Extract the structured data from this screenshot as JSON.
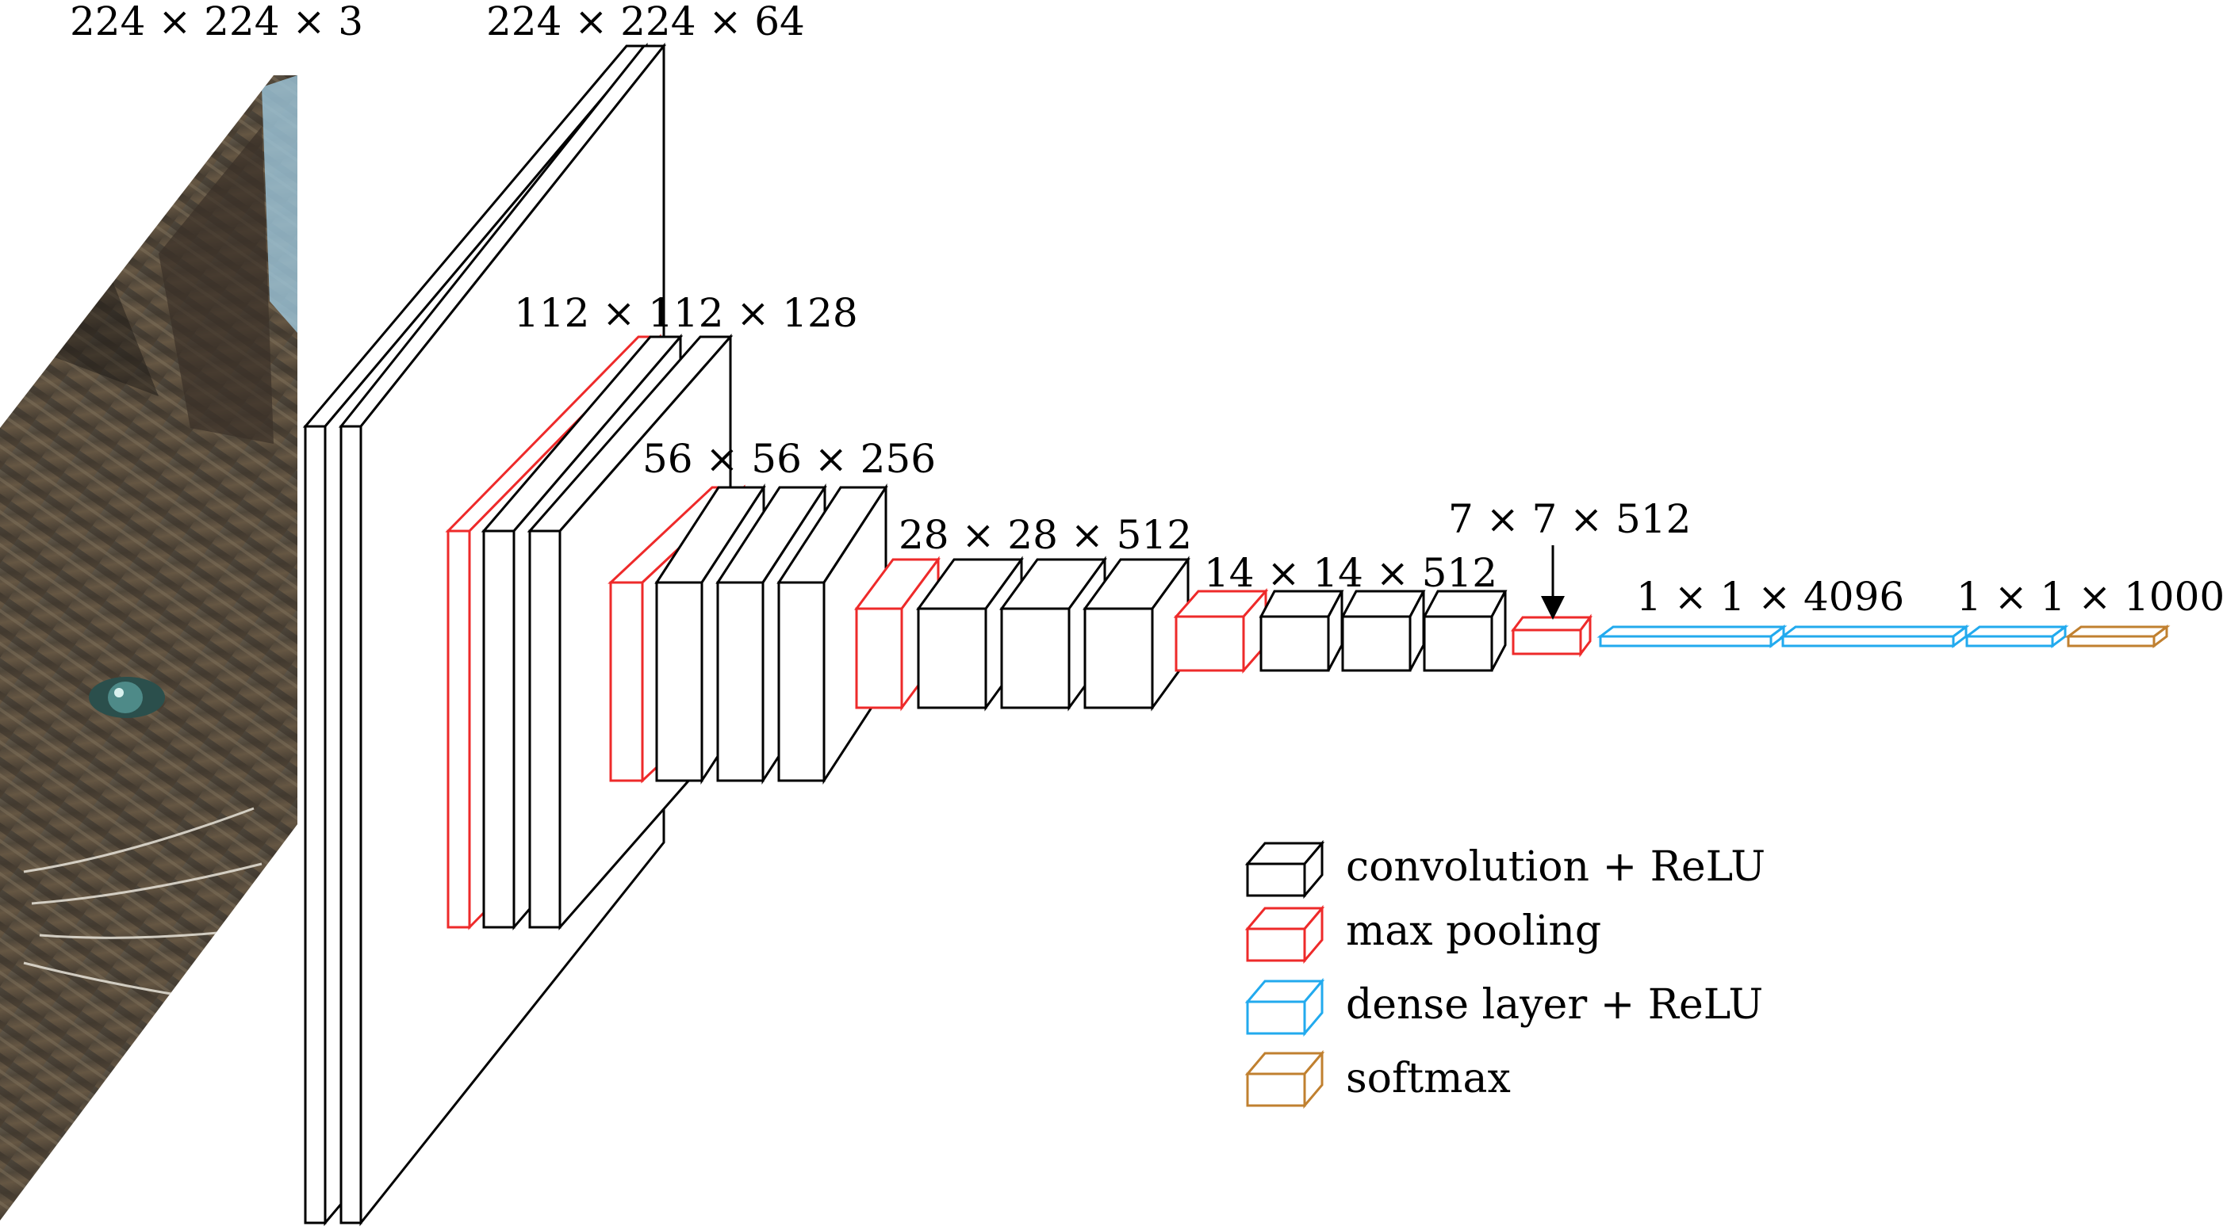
{
  "dimension_labels": {
    "input": "224 × 224 × 3",
    "block1": "224 × 224 × 64",
    "block2": "112 × 112 × 128",
    "block3": "56 × 56 × 256",
    "block4": "28 × 28 × 512",
    "block5": "14 × 14 × 512",
    "pool5": "7 × 7 × 512",
    "fc": "1 × 1 × 4096",
    "output": "1 × 1 × 1000"
  },
  "legend": [
    {
      "kind": "conv",
      "label": "convolution + ReLU"
    },
    {
      "kind": "pool",
      "label": "max pooling"
    },
    {
      "kind": "dense",
      "label": "dense layer + ReLU"
    },
    {
      "kind": "softmax",
      "label": "softmax"
    }
  ],
  "colors": {
    "conv": "#000000",
    "pool": "#ee2a2a",
    "dense": "#22aaee",
    "softmax": "#c08030"
  },
  "input_image": "cat-photo"
}
